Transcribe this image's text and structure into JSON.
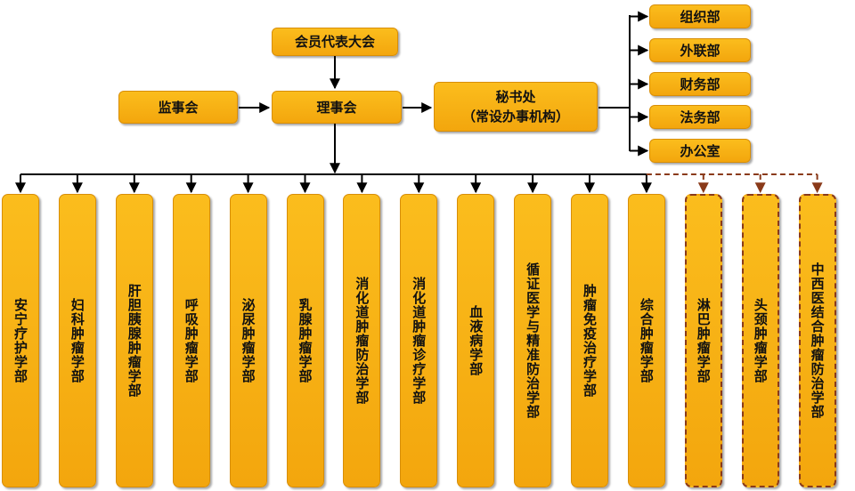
{
  "top": {
    "assembly": "会员代表大会",
    "council": "理事会",
    "supervisors": "监事会"
  },
  "secretariat": {
    "title": "秘书处",
    "subtitle": "（常设办事机构）"
  },
  "offices": [
    "组织部",
    "外联部",
    "财务部",
    "法务部",
    "办公室"
  ],
  "departments": [
    "安宁疗护学部",
    "妇科肿瘤学部",
    "肝胆胰腺肿瘤学部",
    "呼吸肿瘤学部",
    "泌尿肿瘤学部",
    "乳腺肿瘤学部",
    "消化道肿瘤防治学部",
    "消化道肿瘤诊疗学部",
    "血液病学部",
    "循证医学与精准防治学部",
    "肿瘤免疫治疗学部",
    "综合肿瘤学部"
  ],
  "planned_departments": [
    "淋巴肿瘤学部",
    "头颈肿瘤学部",
    "中西医结合肿瘤防治学部"
  ],
  "colors": {
    "box_fill": "#f7b215",
    "box_border": "#d88e08",
    "line": "#000000",
    "dashed_line": "#8a3a1a"
  }
}
